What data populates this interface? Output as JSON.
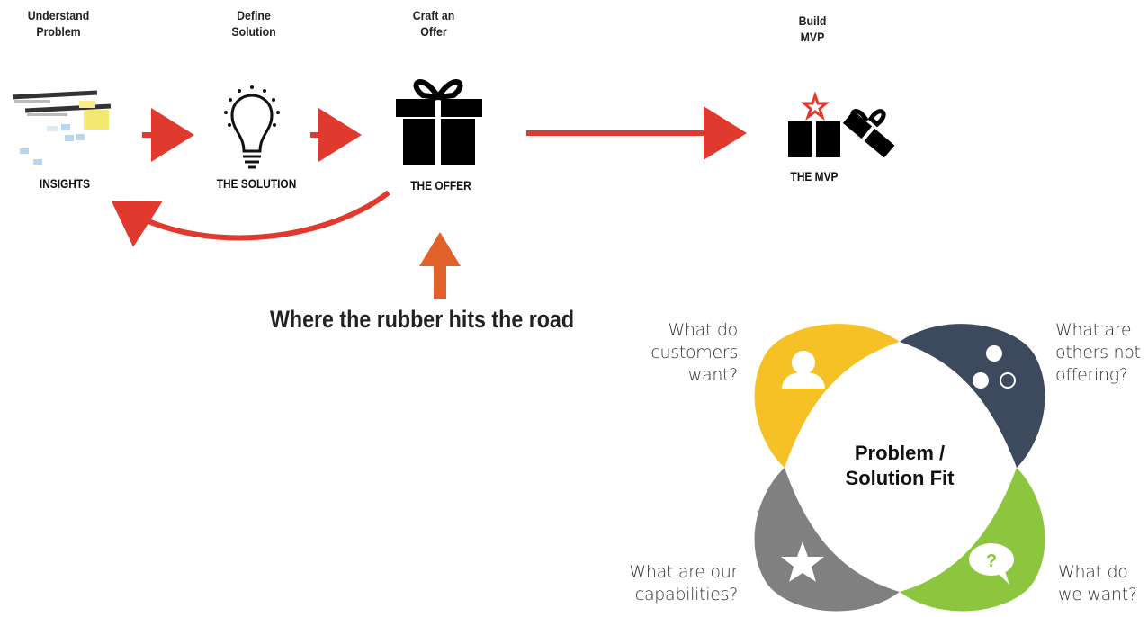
{
  "steps": [
    {
      "title_lines": [
        "Understand",
        "Problem"
      ],
      "caption": "INSIGHTS",
      "icon": "sticky-notes-icon"
    },
    {
      "title_lines": [
        "Define",
        "Solution"
      ],
      "caption": "THE SOLUTION",
      "icon": "lightbulb-icon"
    },
    {
      "title_lines": [
        "Craft an",
        "Offer"
      ],
      "caption": "THE OFFER",
      "icon": "gift-box-icon"
    },
    {
      "title_lines": [
        "Build",
        "MVP"
      ],
      "caption": "THE MVP",
      "icon": "mvp-gift-icon"
    }
  ],
  "callout": "Where the rubber hits the road",
  "fit": {
    "center_lines": [
      "Problem /",
      "Solution Fit"
    ],
    "quadrants": [
      {
        "lines": [
          "What do",
          "customers",
          "want?"
        ],
        "color": "#f5c125",
        "icon": "person-icon"
      },
      {
        "lines": [
          "What are",
          "others not",
          "offering?"
        ],
        "color": "#3d4a5e",
        "icon": "dots-icon"
      },
      {
        "lines": [
          "What are our",
          "capabilities?"
        ],
        "color": "#808080",
        "icon": "star-icon"
      },
      {
        "lines": [
          "What do",
          "we want?"
        ],
        "color": "#8cc63f",
        "icon": "question-bubble-icon"
      }
    ]
  },
  "colors": {
    "arrow_red": "#e03a2e",
    "arrow_orange": "#e0622a"
  }
}
